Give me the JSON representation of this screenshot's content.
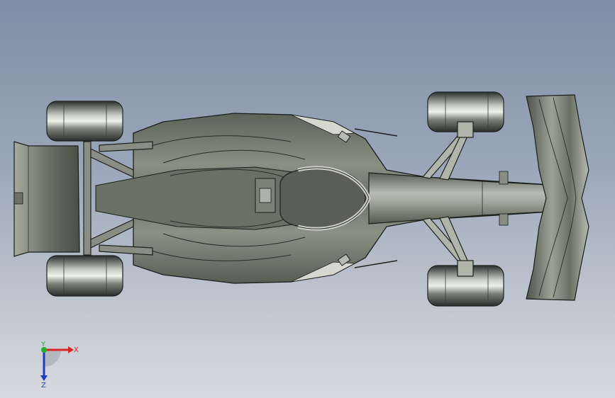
{
  "viewport": {
    "background_top": "#7f8ea7",
    "background_bottom": "#d8dadf",
    "model": "formula-race-car-top-view"
  },
  "triad": {
    "x_label": "X",
    "y_label": "Y",
    "z_label": "Z",
    "x_color": "#d62828",
    "y_color": "#1fb12a",
    "z_color": "#1d3fbf"
  }
}
